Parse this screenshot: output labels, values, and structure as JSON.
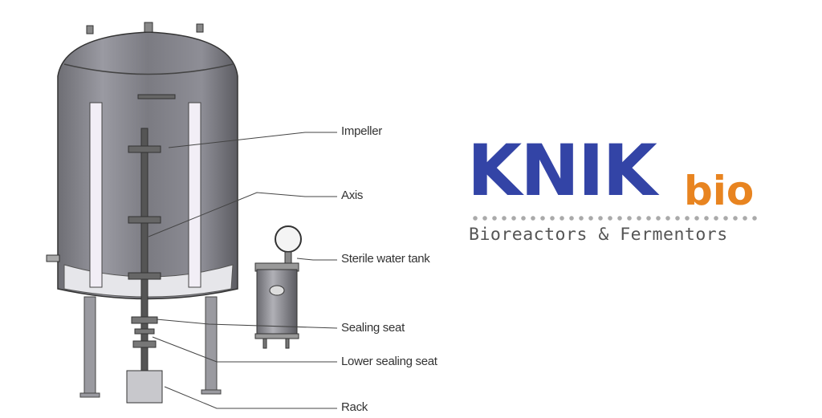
{
  "labels": {
    "impeller": "Impeller",
    "axis": "Axis",
    "sterile_water_tank": "Sterile water tank",
    "sealing_seat": "Sealing seat",
    "lower_sealing_seat": "Lower sealing seat",
    "rack": "Rack"
  },
  "logo": {
    "name": "KNIK",
    "suffix": "bio",
    "tagline": "Bioreactors & Fermentors",
    "colors": {
      "primary": "#3344a6",
      "accent": "#e88420",
      "tagline": "#555555"
    }
  }
}
